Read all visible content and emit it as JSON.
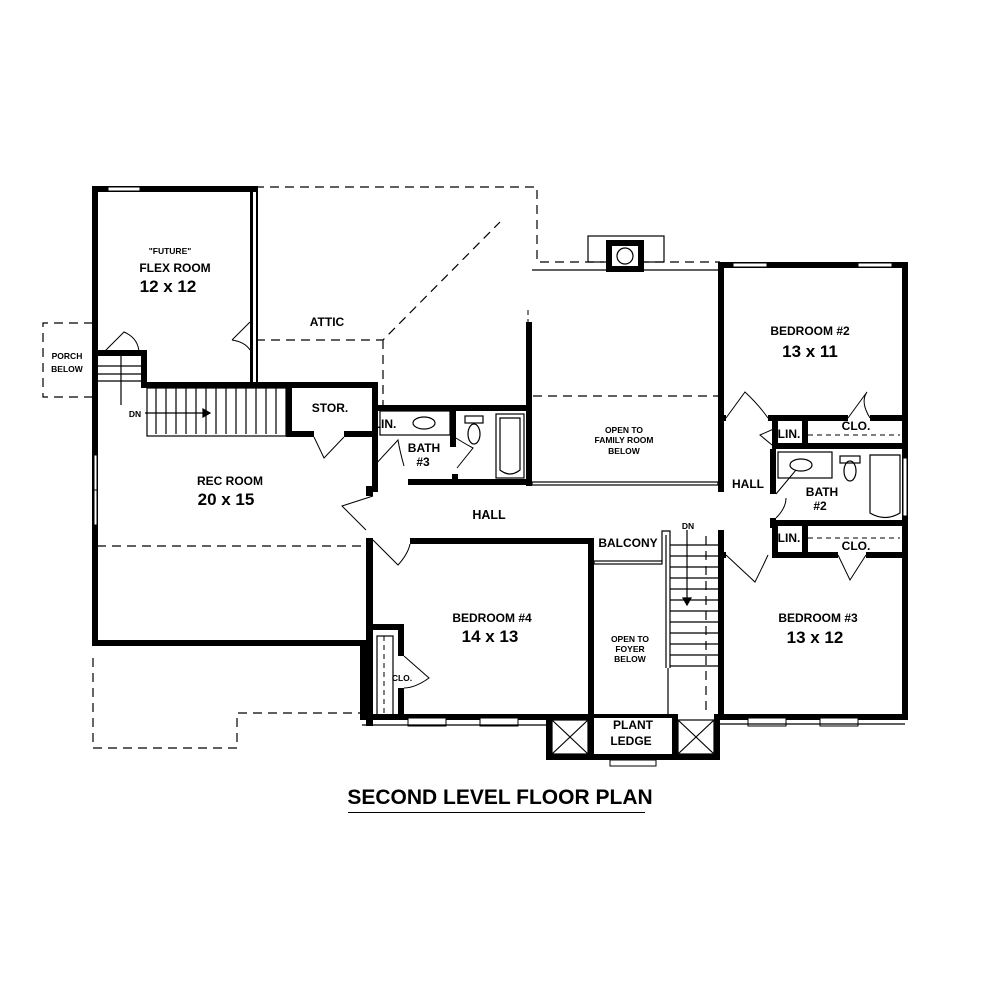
{
  "plan_title": "SECOND LEVEL FLOOR PLAN",
  "colors": {
    "wall": "#000000",
    "background": "#ffffff"
  },
  "rooms": {
    "flex_room": {
      "note": "\"FUTURE\"",
      "name": "FLEX ROOM",
      "size": "12 x 12"
    },
    "porch": {
      "line1": "PORCH",
      "line2": "BELOW"
    },
    "attic": {
      "name": "ATTIC"
    },
    "stair_left": {
      "label": "DN"
    },
    "storage": {
      "name": "STOR."
    },
    "rec_room": {
      "name": "REC ROOM",
      "size": "20 x 15"
    },
    "linen_bath3": {
      "name": "LIN."
    },
    "bath3": {
      "line1": "BATH",
      "line2": "#3"
    },
    "open_family": {
      "line1": "OPEN TO",
      "line2": "FAMILY ROOM",
      "line3": "BELOW"
    },
    "bedroom2": {
      "name": "BEDROOM #2",
      "size": "13 x 11"
    },
    "linen_bed2": {
      "name": "LIN."
    },
    "closet_bed2": {
      "name": "CLO."
    },
    "hall_right": {
      "name": "HALL"
    },
    "bath2": {
      "line1": "BATH",
      "line2": "#2"
    },
    "linen_bath2": {
      "name": "LIN."
    },
    "closet_bed3": {
      "name": "CLO."
    },
    "hall_main": {
      "name": "HALL"
    },
    "balcony": {
      "name": "BALCONY"
    },
    "stair_right": {
      "label": "DN"
    },
    "bedroom4": {
      "name": "BEDROOM #4",
      "size": "14 x 13"
    },
    "closet_bed4": {
      "name": "CLO."
    },
    "open_foyer": {
      "line1": "OPEN TO",
      "line2": "FOYER",
      "line3": "BELOW"
    },
    "bedroom3": {
      "name": "BEDROOM #3",
      "size": "13 x 12"
    },
    "plant_ledge": {
      "line1": "PLANT",
      "line2": "LEDGE"
    }
  }
}
